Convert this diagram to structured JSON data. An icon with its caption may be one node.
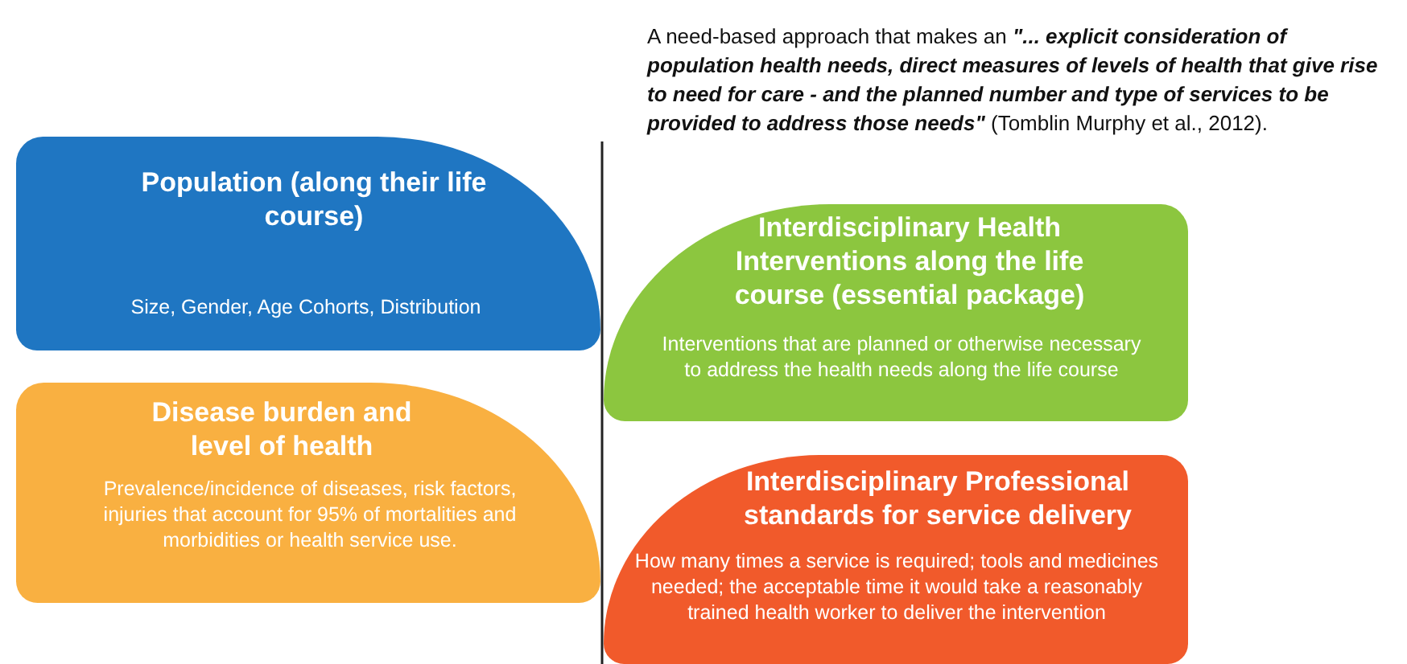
{
  "diagram": {
    "nodes": [
      {
        "text": [
          "Population (along their life course)",
          "Size, Gender, Age Cohorts, Distribution"
        ]
      },
      {
        "text": [
          "Disease burden and level of health",
          "Prevalence/incidence of diseases, risk factors, injuries that account for 95% of mortalities and morbidities or health service use."
        ]
      },
      {
        "text": [
          "Interdisciplinary Health Interventions along the life course (essential package)",
          "Interventions that are planned or otherwise necessary to address the health needs along the life course"
        ]
      },
      {
        "text": [
          "Interdisciplinary Professional standards for service delivery",
          "How many times a service is required; tools and medicines needed; the acceptable time it would take a reasonably trained health worker to deliver the intervention"
        ]
      }
    ],
    "labels": [
      "A need-based approach that makes an **\"... explicit consideration of population health needs, direct measures of levels of health that give rise to need for care - and the planned number and type of services to be provided to address those needs\"** (Tomblin Murphy et al., 2012)."
    ]
  }
}
